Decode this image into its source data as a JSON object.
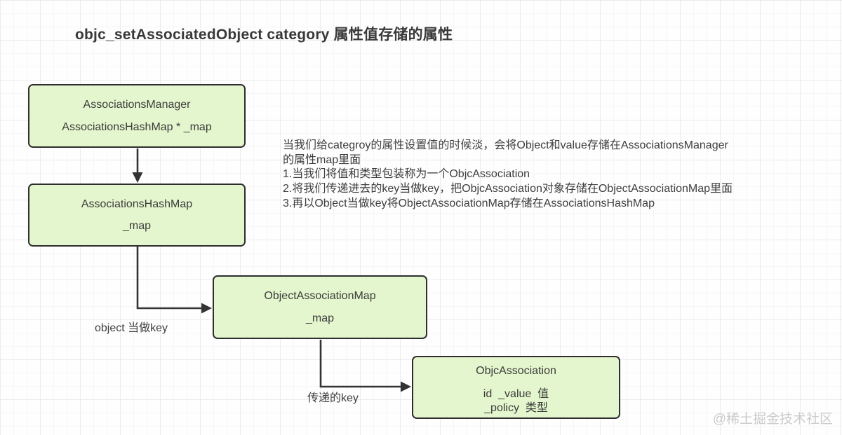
{
  "title": "objc_setAssociatedObject category 属性值存储的属性",
  "boxes": {
    "associations_manager": {
      "title": "AssociationsManager",
      "line1": "AssociationsHashMap * _map"
    },
    "associations_hashmap": {
      "title": "AssociationsHashMap",
      "line1": "_map"
    },
    "object_association_map": {
      "title": "ObjectAssociationMap",
      "line1": "_map"
    },
    "objc_association": {
      "title": "ObjcAssociation",
      "line1": "id  _value  值",
      "line2": "_policy  类型"
    }
  },
  "annotation": {
    "lines": [
      "当我们给categroy的属性设置值的时候淡，会将Object和value存储在AssociationsManager",
      "的属性map里面",
      "1.当我们将值和类型包装称为一个ObjcAssociation",
      "2.将我们传递进去的key当做key，把ObjcAssociation对象存储在ObjectAssociationMap里面",
      "3.再以Object当做key将ObjectAssociationMap存储在AssociationsHashMap"
    ]
  },
  "edge_labels": {
    "object_as_key": "object 当做key",
    "passed_key": "传递的key"
  },
  "watermark": "@稀土掘金技术社区",
  "colors": {
    "box_fill": "#e4f6cd",
    "box_border": "#2e2e2e",
    "arrow": "#333333",
    "text": "#3e3e3e",
    "watermark": "#cbcbcb"
  }
}
